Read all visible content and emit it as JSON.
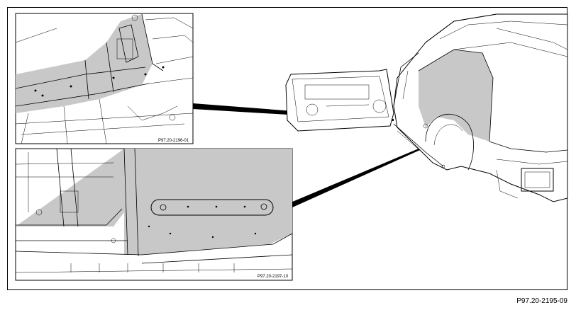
{
  "figure": {
    "reference_code": "P97.20-2195-09",
    "inset_top_code": "P97.20-2196-01",
    "inset_bottom_code": "P97.20-2197-10"
  },
  "colors": {
    "highlight_gray": "#c8c8c8",
    "line": "#000000",
    "background": "#ffffff"
  }
}
